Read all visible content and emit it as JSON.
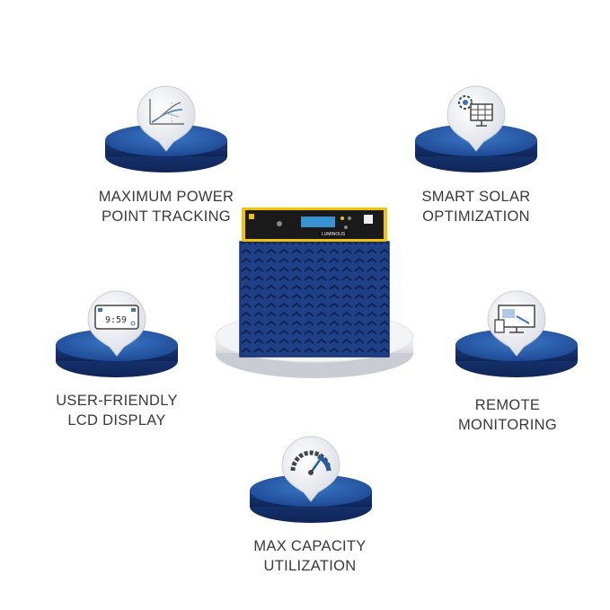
{
  "features": [
    {
      "id": "mppt",
      "line1": "MAXIMUM POWER",
      "line2": "POINT TRACKING",
      "icon": "mppt-curve-icon"
    },
    {
      "id": "solar",
      "line1": "SMART SOLAR",
      "line2": "OPTIMIZATION",
      "icon": "solar-panel-gear-icon"
    },
    {
      "id": "lcd",
      "line1": "USER-FRIENDLY",
      "line2": "LCD DISPLAY",
      "icon": "lcd-display-icon"
    },
    {
      "id": "remote",
      "line1": "REMOTE",
      "line2": "MONITORING",
      "icon": "computer-monitor-icon"
    },
    {
      "id": "capacity",
      "line1": "MAX CAPACITY",
      "line2": "UTILIZATION",
      "icon": "gauge-icon"
    }
  ],
  "lcd_icon_text": "9:59",
  "product": {
    "brand": "LUMINOUS"
  },
  "colors": {
    "pedestal_top": "#2a5ca6",
    "pedestal_side": "#18377a",
    "device_body": "#1f3f86",
    "device_panel": "#f2c200"
  }
}
